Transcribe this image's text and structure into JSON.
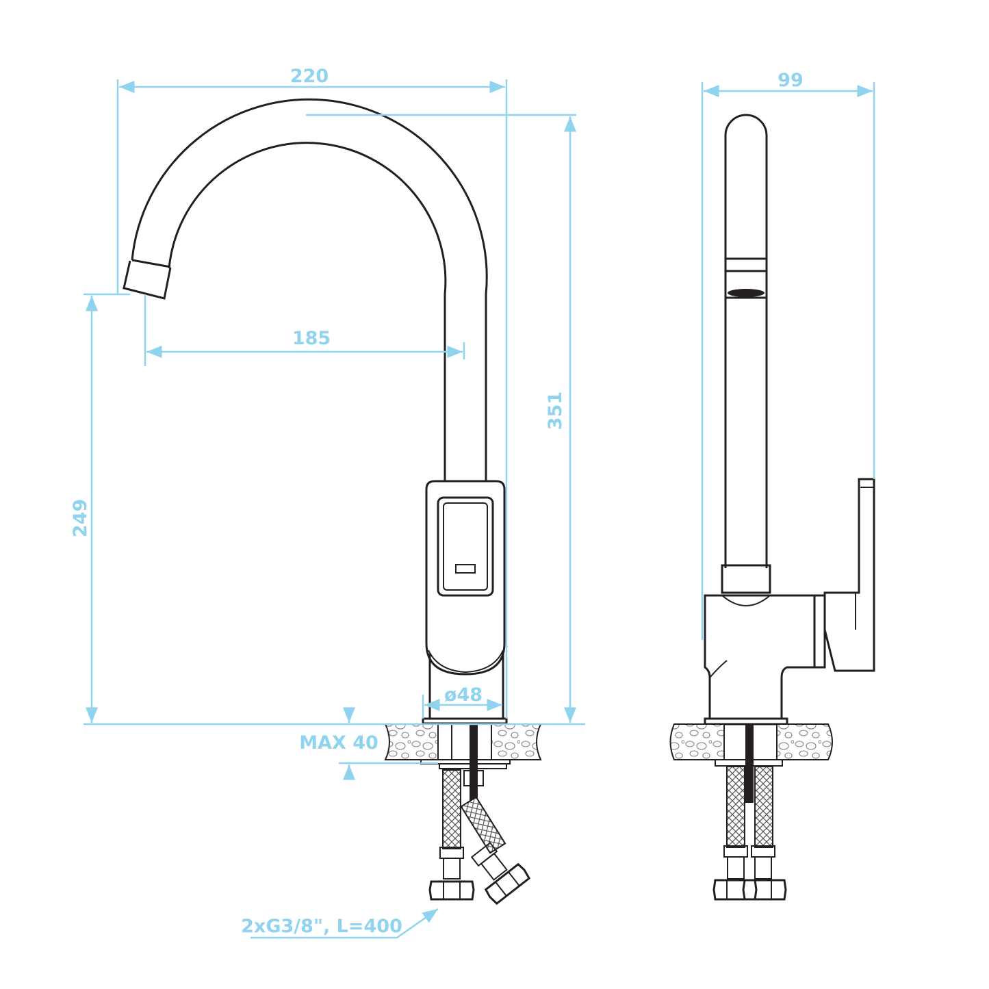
{
  "colors": {
    "dimension": "#8fd3ef",
    "outline": "#231f20",
    "background": "#ffffff"
  },
  "dimensions": {
    "front_width": "220",
    "spout_reach": "185",
    "total_height": "351",
    "spout_height": "249",
    "base_diameter": "ø48",
    "max_thickness": "MAX 40",
    "hoses": "2xG3/8\", L=400",
    "side_width": "99"
  }
}
